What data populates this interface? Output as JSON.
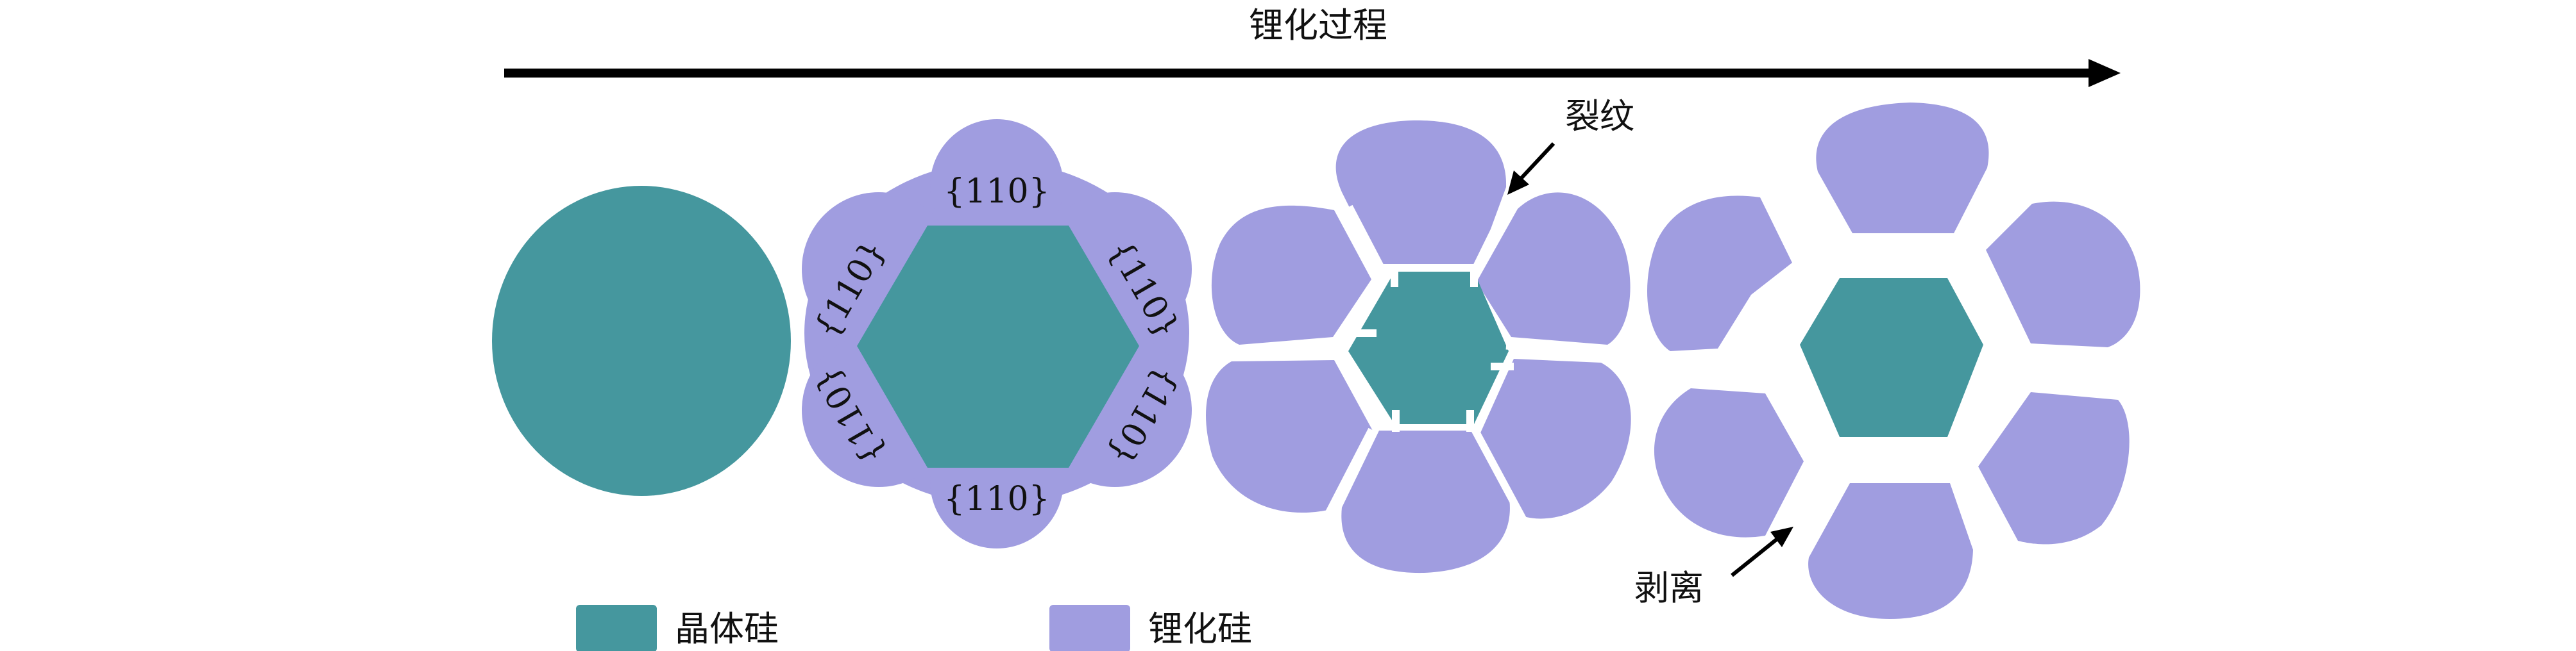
{
  "title": "锂化过程",
  "facet_label": "{110}",
  "annotations": {
    "crack": "裂纹",
    "peel": "剥离"
  },
  "legend": {
    "crystalline": "晶体硅",
    "lithiated": "锂化硅"
  },
  "colors": {
    "crystalline": "#45979E",
    "lithiated": "#A09DE0",
    "arrow": "#000000",
    "gap": "#ffffff"
  }
}
